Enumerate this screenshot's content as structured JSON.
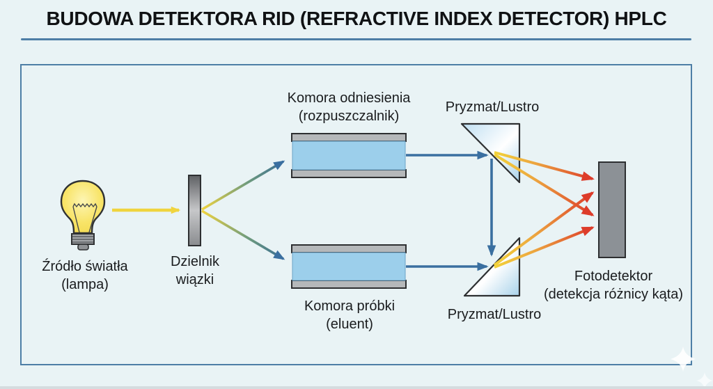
{
  "title": "BUDOWA DETEKTORA RID (REFRACTIVE INDEX DETECTOR) HPLC",
  "diagram": {
    "light_source": {
      "label_line1": "Źródło światła",
      "label_line2": "(lampa)"
    },
    "beam_splitter": {
      "label_line1": "Dzielnik",
      "label_line2": "wiązki"
    },
    "reference_chamber": {
      "label_line1": "Komora odniesienia",
      "label_line2": "(rozpuszczalnik)"
    },
    "sample_chamber": {
      "label_line1": "Komora próbki",
      "label_line2": "(eluent)"
    },
    "prism_top": {
      "label": "Pryzmat/Lustro"
    },
    "prism_bottom": {
      "label": "Pryzmat/Lustro"
    },
    "photodetector": {
      "label_line1": "Fotodetektor",
      "label_line2": "(detekcja różnicy kąta)"
    }
  },
  "colors": {
    "background": "#e9f3f5",
    "frame_blue": "#4d7ea6",
    "beam_yellow": "#f0d43e",
    "beam_blue": "#3a6fa0",
    "ray_orange": "#eca43f",
    "ray_red": "#dd3c2a",
    "chamber_blue": "#9ccfeb",
    "metal_gray": "#b5b8ba",
    "detector_gray": "#8c9196",
    "bulb_yellow": "#f8e468"
  }
}
